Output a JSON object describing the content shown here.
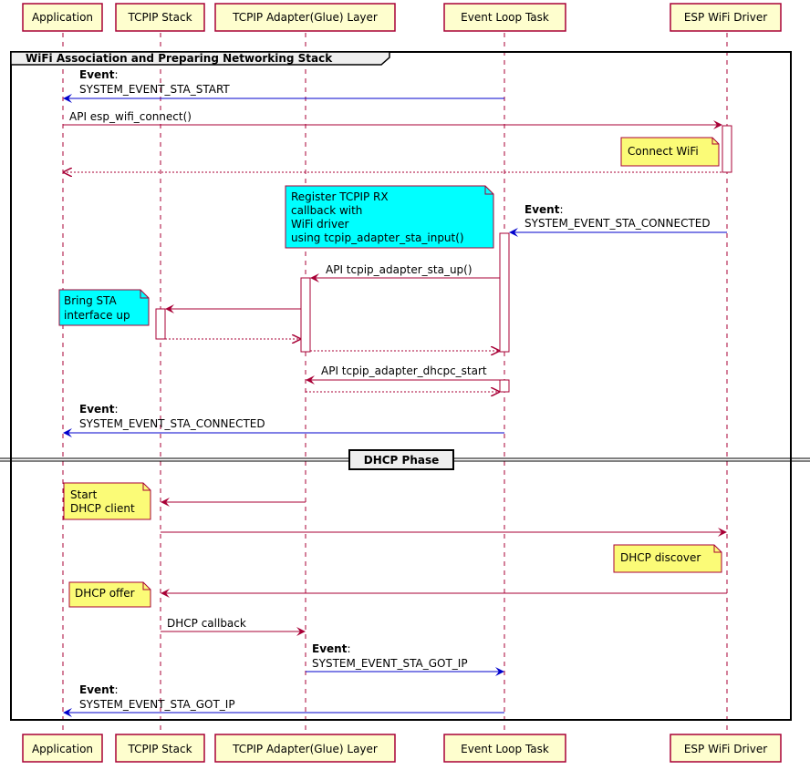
{
  "participants": [
    {
      "id": "app",
      "label": "Application"
    },
    {
      "id": "tcpip",
      "label": "TCPIP Stack"
    },
    {
      "id": "adapter",
      "label": "TCPIP Adapter(Glue) Layer"
    },
    {
      "id": "event",
      "label": "Event Loop Task"
    },
    {
      "id": "wifi",
      "label": "ESP WiFi Driver"
    }
  ],
  "group": {
    "title": "WiFi Association and Preparing Networking Stack"
  },
  "divider": {
    "title": "DHCP Phase"
  },
  "messages": {
    "m1": {
      "bold": "Event",
      "suffix": ":",
      "text": "SYSTEM_EVENT_STA_START"
    },
    "m2": {
      "text": "API esp_wifi_connect()"
    },
    "m3": {
      "bold": "Event",
      "suffix": ":",
      "text": "SYSTEM_EVENT_STA_CONNECTED"
    },
    "m4": {
      "text": "API tcpip_adapter_sta_up()"
    },
    "m5": {
      "text": "API tcpip_adapter_dhcpc_start"
    },
    "m6": {
      "bold": "Event",
      "suffix": ":",
      "text": "SYSTEM_EVENT_STA_CONNECTED"
    },
    "m7": {
      "text": "DHCP callback"
    },
    "m8": {
      "bold": "Event",
      "suffix": ":",
      "text": "SYSTEM_EVENT_STA_GOT_IP"
    },
    "m9": {
      "bold": "Event",
      "suffix": ":",
      "text": "SYSTEM_EVENT_STA_GOT_IP"
    }
  },
  "notes": {
    "connect_wifi": [
      "Connect WiFi"
    ],
    "register_rx": [
      "Register TCPIP RX",
      "callback with",
      "WiFi driver",
      "using tcpip_adapter_sta_input()"
    ],
    "bring_sta": [
      "Bring STA",
      "interface up"
    ],
    "start_dhcp": [
      "Start",
      "DHCP client"
    ],
    "dhcp_discover": [
      "DHCP discover"
    ],
    "dhcp_offer": [
      "DHCP offer"
    ]
  },
  "colors": {
    "lifeline": "#A80036",
    "participant_fill": "#FEFECE",
    "note_yellow": "#FBFB77",
    "note_cyan": "#00FFFF",
    "event_arrow": "#0000CC",
    "api_arrow": "#A80036"
  }
}
